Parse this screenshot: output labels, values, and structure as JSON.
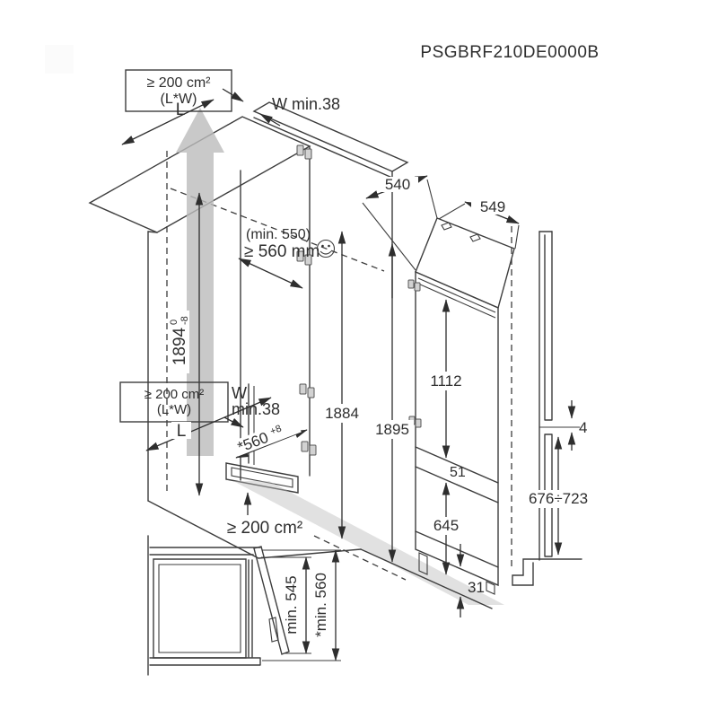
{
  "title": "PSGBRF210DE0000B",
  "top_vent_box": {
    "line1": "≥ 200 cm²",
    "line2": "(L*W)"
  },
  "bottom_vent_box": {
    "line1": "≥ 200 cm²",
    "line2": "(L*W)"
  },
  "icons": {
    "niche_depth_ok": "happy-face"
  },
  "colors": {
    "line": "#3d3d3d",
    "airflow_gray": "#bcbcbc"
  },
  "dims": {
    "top_length": "L",
    "top_wall_gap": "W min.38",
    "bottom_length": "L",
    "bottom_wall_gap_w": "W",
    "bottom_wall_gap_min": "min.38",
    "niche_depth_note": "(min. 550)",
    "niche_depth": "≥ 560 mm",
    "niche_height": "1894",
    "niche_height_tol_plus": "0",
    "niche_height_tol_minus": "-8",
    "niche_width": "*560",
    "niche_width_tol": "+8",
    "niche_inner_height": "1884",
    "appliance_height": "1895",
    "appliance_depth": "540",
    "appliance_width": "549",
    "upper_door_height": "1112",
    "door_gap": "51",
    "lower_door_height": "645",
    "plinth_height": "31",
    "panel_gap": "4",
    "lower_panel_height": "676÷723",
    "bottom_vent_area": "≥ 200 cm²",
    "inset_door_open": "min. 545",
    "inset_door_open_full": "*min. 560"
  }
}
